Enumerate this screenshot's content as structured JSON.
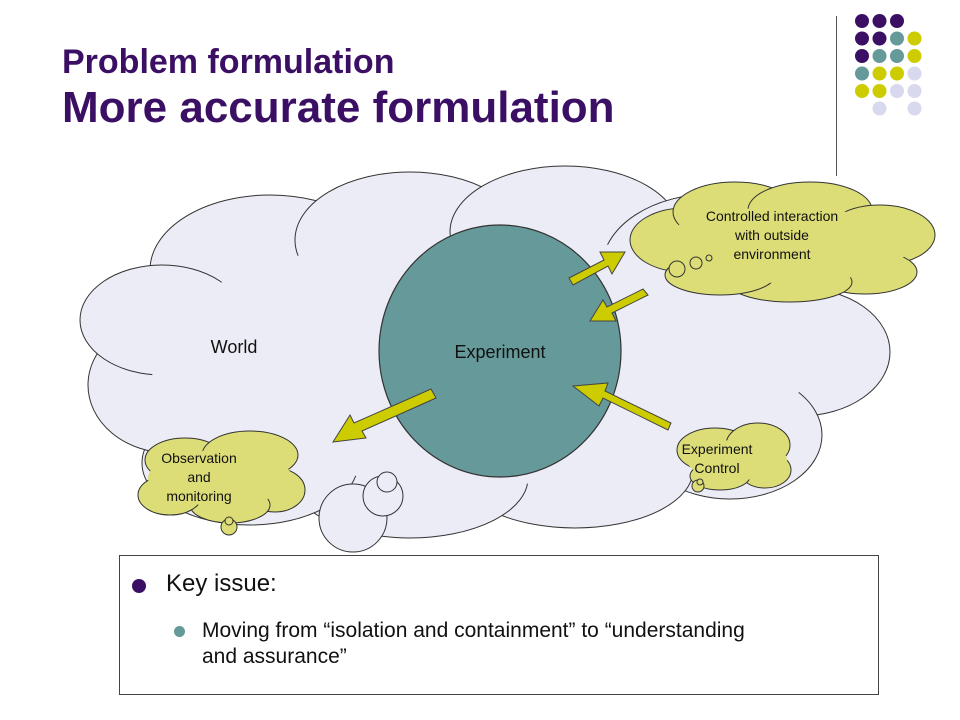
{
  "slide": {
    "title_line1": "Problem formulation",
    "title_line2": "More accurate formulation"
  },
  "diagram": {
    "world_label": "World",
    "experiment_label": "Experiment",
    "interaction_label": [
      "Controlled interaction",
      "with outside",
      "environment"
    ],
    "observation_label": [
      "Observation",
      "and",
      "monitoring"
    ],
    "control_label": [
      "Experiment",
      "Control"
    ]
  },
  "bullets": {
    "key_issue": "Key issue:",
    "sub_item": "Moving from “isolation and containment” to “understanding and assurance”"
  },
  "colors": {
    "title": "#3b0f63",
    "purple": "#3b0f63",
    "teal": "#669999",
    "olive": "#cccc00",
    "lavender": "#d8d8ee",
    "cloud_world": "#ececf6",
    "cloud_yellow": "#dddd77",
    "experiment_circle": "#669999",
    "arrow": "#cccc00"
  },
  "decoration": {
    "dot_grid": [
      [
        "purple",
        "purple",
        "purple",
        ""
      ],
      [
        "purple",
        "purple",
        "teal",
        "olive"
      ],
      [
        "purple",
        "teal",
        "teal",
        "olive"
      ],
      [
        "teal",
        "olive",
        "olive",
        "lavender"
      ],
      [
        "olive",
        "olive",
        "lavender",
        "lavender"
      ],
      [
        "",
        "lavender",
        "",
        "lavender"
      ]
    ]
  }
}
